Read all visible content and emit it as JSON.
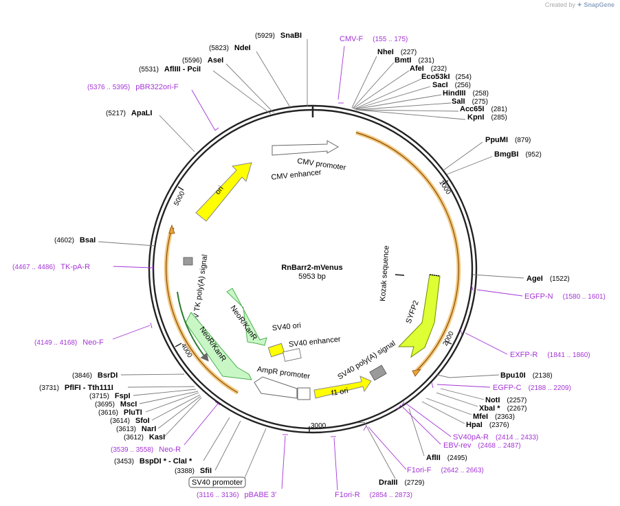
{
  "credit": {
    "prefix": "Created by",
    "brand": "SnapGene"
  },
  "plasmid": {
    "name": "RnBarr2-mVenus",
    "size_label": "5953 bp"
  },
  "colors": {
    "backbone": "#222222",
    "enzyme_line": "#777777",
    "primer": "#a433d6",
    "orf_orange": "#e8a33a",
    "yellow_feature": "#ffff00",
    "green_feature": "#c8f7c5",
    "green_dark": "#4caf50",
    "white_feature": "#ffffff",
    "gray_feature": "#9a9a9a"
  },
  "tick_labels": [
    "1000",
    "2000",
    "3000",
    "4000",
    "5000"
  ],
  "enzymes": [
    {
      "name": "SnaBI",
      "pos": "(5929)"
    },
    {
      "name": "NdeI",
      "pos": "(5823)"
    },
    {
      "name": "AseI",
      "pos": "(5596)"
    },
    {
      "name": "AflIII  - PciI",
      "pos": "(5531)"
    },
    {
      "name": "ApaLI",
      "pos": "(5217)"
    },
    {
      "name": "NheI",
      "pos": "(227)"
    },
    {
      "name": "BmtI",
      "pos": "(231)"
    },
    {
      "name": "AfeI",
      "pos": "(232)"
    },
    {
      "name": "Eco53kI",
      "pos": "(254)"
    },
    {
      "name": "SacI",
      "pos": "(256)"
    },
    {
      "name": "HindIII",
      "pos": "(258)"
    },
    {
      "name": "SalI",
      "pos": "(275)"
    },
    {
      "name": "Acc65I",
      "pos": "(281)"
    },
    {
      "name": "KpnI",
      "pos": "(285)"
    },
    {
      "name": "PpuMI",
      "pos": "(879)"
    },
    {
      "name": "BmgBI",
      "pos": "(952)"
    },
    {
      "name": "AgeI",
      "pos": "(1522)"
    },
    {
      "name": "Bpu10I",
      "pos": "(2138)"
    },
    {
      "name": "NotI",
      "pos": "(2257)"
    },
    {
      "name": "XbaI *",
      "pos": "(2267)"
    },
    {
      "name": "MfeI",
      "pos": "(2363)"
    },
    {
      "name": "HpaI",
      "pos": "(2376)"
    },
    {
      "name": "AflII",
      "pos": "(2495)"
    },
    {
      "name": "DraIII",
      "pos": "(2729)"
    },
    {
      "name": "BsaI",
      "pos": "(4602)"
    },
    {
      "name": "BsrDI",
      "pos": "(3846)"
    },
    {
      "name": "PflFI  - Tth111I",
      "pos": "(3731)"
    },
    {
      "name": "FspI",
      "pos": "(3715)"
    },
    {
      "name": "MscI",
      "pos": "(3695)"
    },
    {
      "name": "PluTI",
      "pos": "(3616)"
    },
    {
      "name": "SfoI",
      "pos": "(3614)"
    },
    {
      "name": "NarI",
      "pos": "(3613)"
    },
    {
      "name": "KasI",
      "pos": "(3612)"
    },
    {
      "name": "BspDI *  - ClaI *",
      "pos": "(3453)"
    },
    {
      "name": "SfiI",
      "pos": "(3388)"
    }
  ],
  "primers": [
    {
      "name": "CMV-F",
      "range": "(155 .. 175)"
    },
    {
      "name": "pBR322ori-F",
      "range": "(5376 .. 5395)"
    },
    {
      "name": "EGFP-N",
      "range": "(1580 .. 1601)"
    },
    {
      "name": "EXFP-R",
      "range": "(1841 .. 1860)"
    },
    {
      "name": "EGFP-C",
      "range": "(2188 .. 2209)"
    },
    {
      "name": "SV40pA-R",
      "range": "(2414 .. 2433)"
    },
    {
      "name": "EBV-rev",
      "range": "(2468 .. 2487)"
    },
    {
      "name": "F1ori-F",
      "range": "(2642 .. 2663)"
    },
    {
      "name": "F1ori-R",
      "range": "(2854 .. 2873)"
    },
    {
      "name": "TK-pA-R",
      "range": "(4467 .. 4486)"
    },
    {
      "name": "Neo-F",
      "range": "(4149 .. 4168)"
    },
    {
      "name": "Neo-R",
      "range": "(3539 .. 3558)"
    },
    {
      "name": "pBABE 3'",
      "range": "(3116 .. 3136)"
    }
  ],
  "boxed_label": "SV40 promoter",
  "features": [
    "CMV promoter",
    "CMV enhancer",
    "ori",
    "HSV TK poly(A) signal",
    "NeoR/KanR",
    "NeoR/KanR",
    "SV40 ori",
    "SV40 enhancer",
    "AmpR promoter",
    "f1 ori",
    "SV40 poly(A) signal",
    "SYFP2",
    "Kozak sequence"
  ]
}
